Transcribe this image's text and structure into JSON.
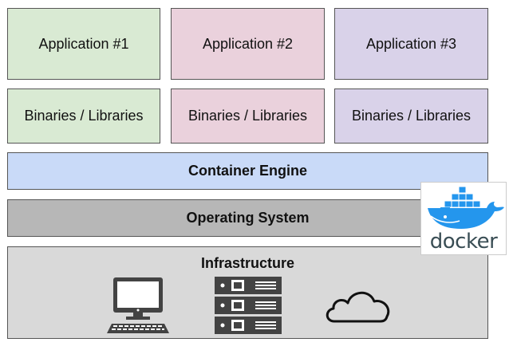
{
  "applications": [
    {
      "label": "Application #1",
      "color": "#d9ead3"
    },
    {
      "label": "Application #2",
      "color": "#ead1dc"
    },
    {
      "label": "Application #3",
      "color": "#d9d2e9"
    }
  ],
  "binaries": [
    {
      "label": "Binaries / Libraries",
      "color": "#d9ead3"
    },
    {
      "label": "Binaries / Libraries",
      "color": "#ead1dc"
    },
    {
      "label": "Binaries / Libraries",
      "color": "#d9d2e9"
    }
  ],
  "layers": {
    "container_engine": {
      "label": "Container Engine",
      "color": "#c9daf8"
    },
    "operating_system": {
      "label": "Operating System",
      "color": "#b7b7b7"
    },
    "infrastructure": {
      "label": "Infrastructure",
      "color": "#d9d9d9"
    }
  },
  "infrastructure_icons": [
    "computer-icon",
    "server-rack-icon",
    "cloud-icon"
  ],
  "docker_logo": {
    "wordmark": "docker",
    "whale_color": "#2496ed",
    "text_color": "#394d54"
  }
}
